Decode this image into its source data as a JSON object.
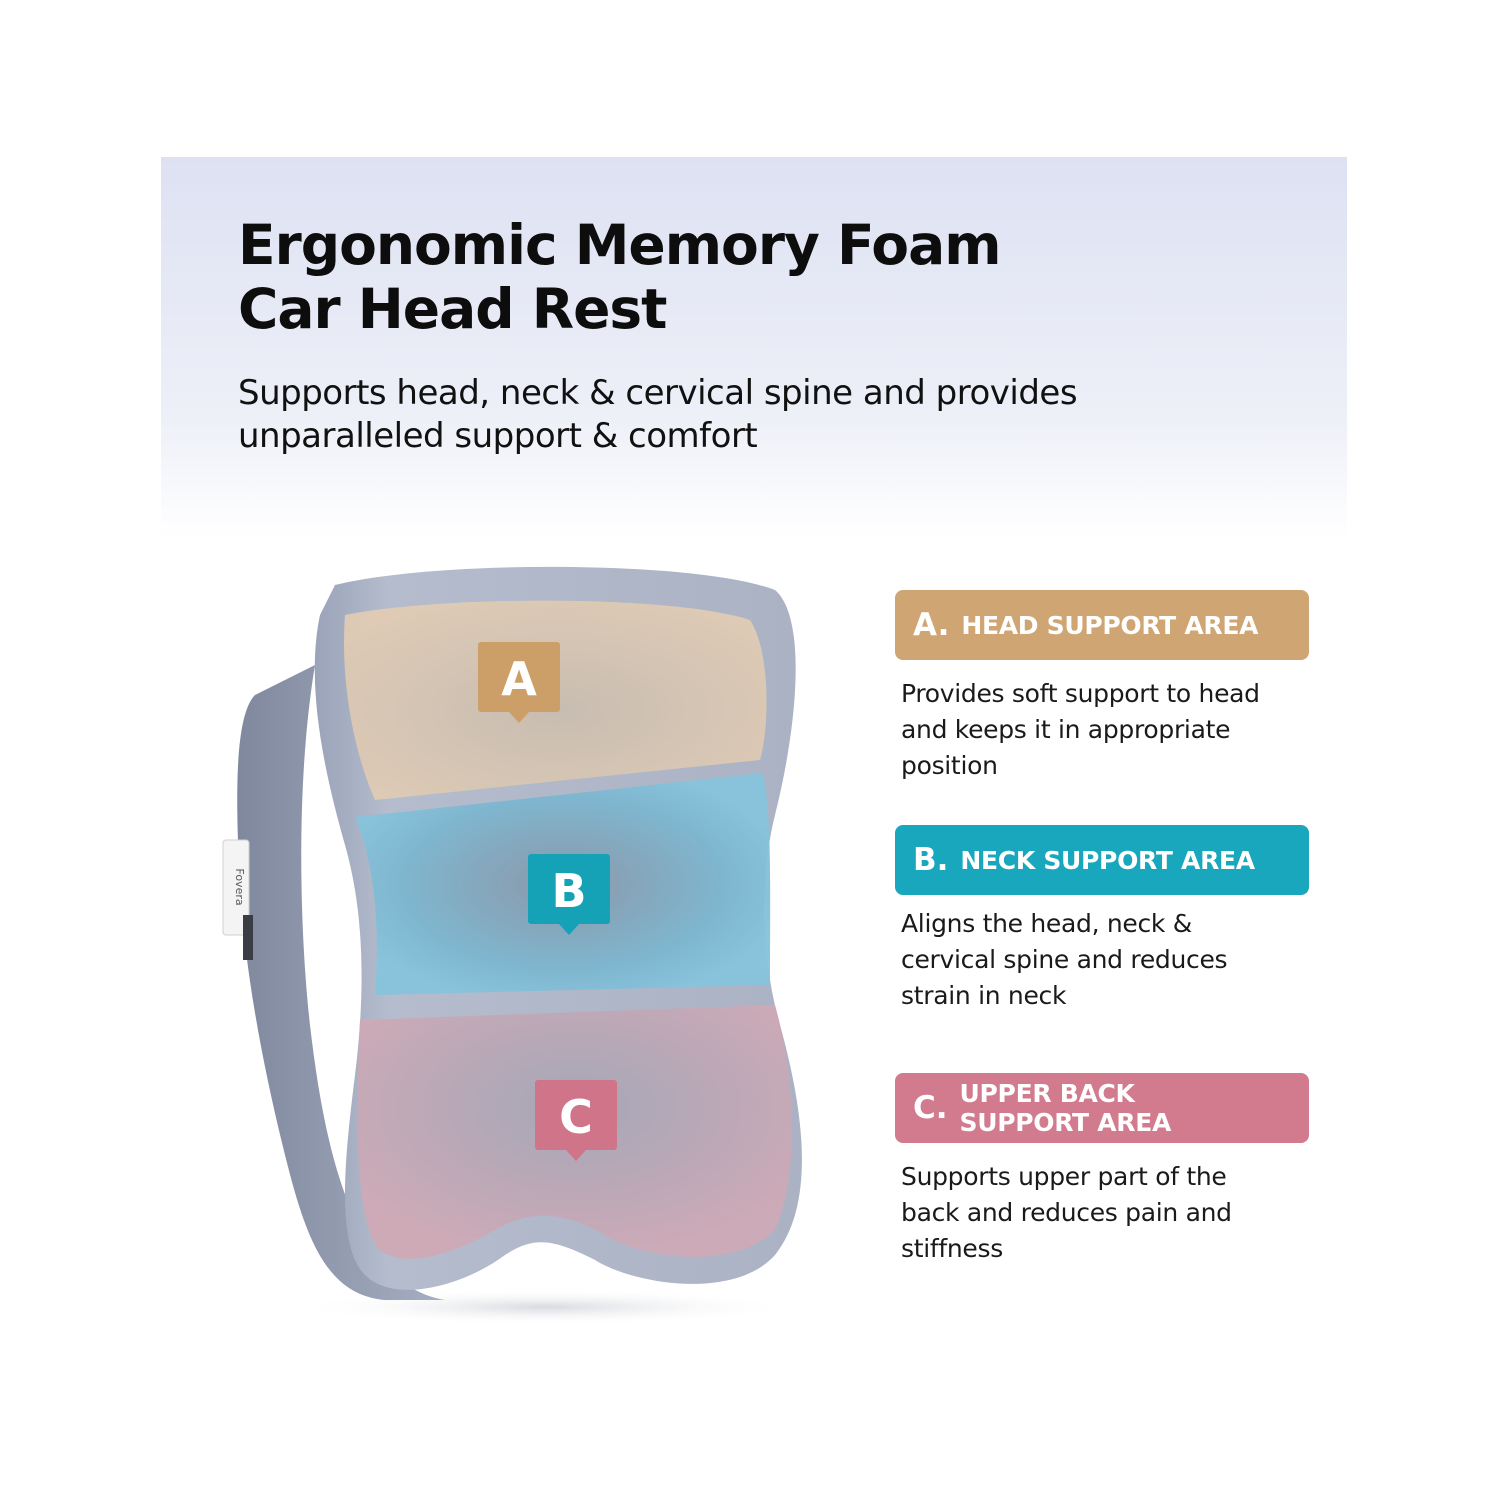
{
  "header": {
    "title_lines": [
      "Ergonomic Memory Foam",
      "Car Head Rest"
    ],
    "subtitle_lines": [
      "Supports head, neck & cervical spine and provides",
      "unparalleled support & comfort"
    ]
  },
  "pillow": {
    "brand_tag": "Fovera",
    "markers": [
      {
        "letter": "A",
        "color": "#cd9f68"
      },
      {
        "letter": "B",
        "color": "#15a2b7"
      },
      {
        "letter": "C",
        "color": "#d07589"
      }
    ]
  },
  "areas": [
    {
      "letter": "A.",
      "title_lines": [
        "HEAD SUPPORT AREA"
      ],
      "color": "#cfa573",
      "description_lines": [
        "Provides soft support to head",
        "and keeps it in appropriate",
        "position"
      ]
    },
    {
      "letter": "B.",
      "title_lines": [
        "NECK SUPPORT AREA"
      ],
      "color": "#18a7bc",
      "description_lines": [
        "Aligns the head, neck &",
        "cervical spine and reduces",
        "strain in neck"
      ]
    },
    {
      "letter": "C.",
      "title_lines": [
        "UPPER BACK",
        "SUPPORT AREA"
      ],
      "color": "#d27b8f",
      "description_lines": [
        "Supports upper part of the",
        "back and reduces pain and",
        "stiffness"
      ]
    }
  ]
}
